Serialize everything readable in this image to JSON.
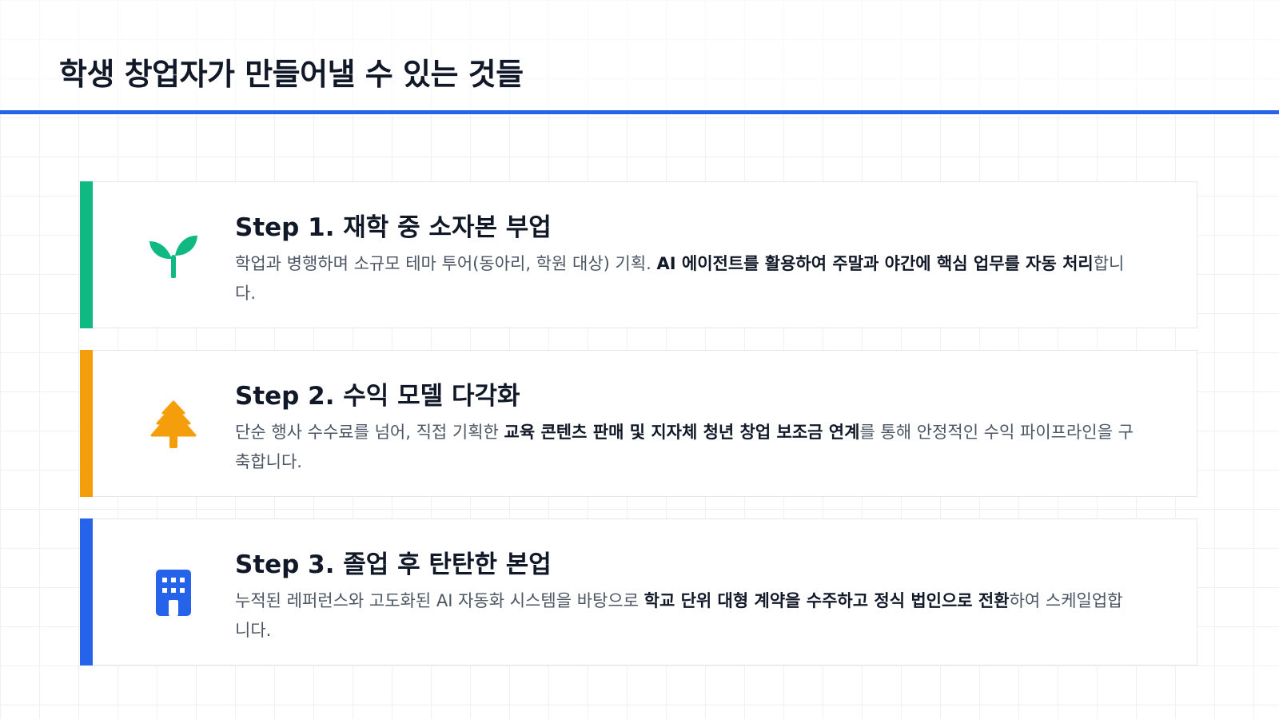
{
  "page": {
    "title": "학생 창업자가 만들어낼 수 있는 것들",
    "accent_color": "#2563eb"
  },
  "steps": [
    {
      "title": "Step 1. 재학 중 소자본 부업",
      "icon": "seedling-icon",
      "color": "#10b981",
      "desc_plain_1": "학업과 병행하며 소규모 테마 투어(동아리, 학원 대상) 기획. ",
      "desc_bold": "AI 에이전트를 활용하여 주말과 야간에 핵심 업무를 자동 처리",
      "desc_plain_2": "합니다."
    },
    {
      "title": "Step 2. 수익 모델 다각화",
      "icon": "tree-icon",
      "color": "#f59e0b",
      "desc_plain_1": "단순 행사 수수료를 넘어, 직접 기획한 ",
      "desc_bold": "교육 콘텐츠 판매 및 지자체 청년 창업 보조금 연계",
      "desc_plain_2": "를 통해 안정적인 수익 파이프라인을 구축합니다."
    },
    {
      "title": "Step 3. 졸업 후 탄탄한 본업",
      "icon": "building-icon",
      "color": "#2563eb",
      "desc_plain_1": "누적된 레퍼런스와 고도화된 AI 자동화 시스템을 바탕으로 ",
      "desc_bold": "학교 단위 대형 계약을 수주하고 정식 법인으로 전환",
      "desc_plain_2": "하여 스케일업합니다."
    }
  ]
}
